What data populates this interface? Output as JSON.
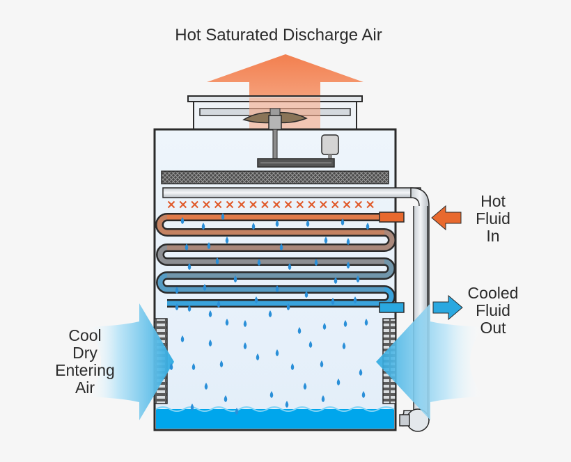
{
  "diagram": {
    "title": "Hot Saturated Discharge Air",
    "hot_fluid_in": [
      "Hot",
      "Fluid",
      "In"
    ],
    "cooled_fluid_out": [
      "Cooled",
      "Fluid",
      "Out"
    ],
    "cool_air_in": [
      "Cool",
      "Dry",
      "Entering",
      "Air"
    ]
  },
  "colors": {
    "discharge_arrow": "#f08a5d",
    "hot_fluid_arrow": "#e8692e",
    "cooled_fluid_arrow": "#2aa8e0",
    "hot_coil": "#e07b4a",
    "cool_coil": "#3aa3dc",
    "water_basin": "#00a6ec",
    "droplet": "#2a8fd8",
    "spray_marker": "#e05a2a",
    "tower_fill": "#e9f2fb",
    "outline": "#2a2a2a"
  },
  "icons": {
    "fan": "fan-icon",
    "motor": "motor-icon",
    "droplets": "water-droplet-icon",
    "arrows": "arrow-icon"
  }
}
